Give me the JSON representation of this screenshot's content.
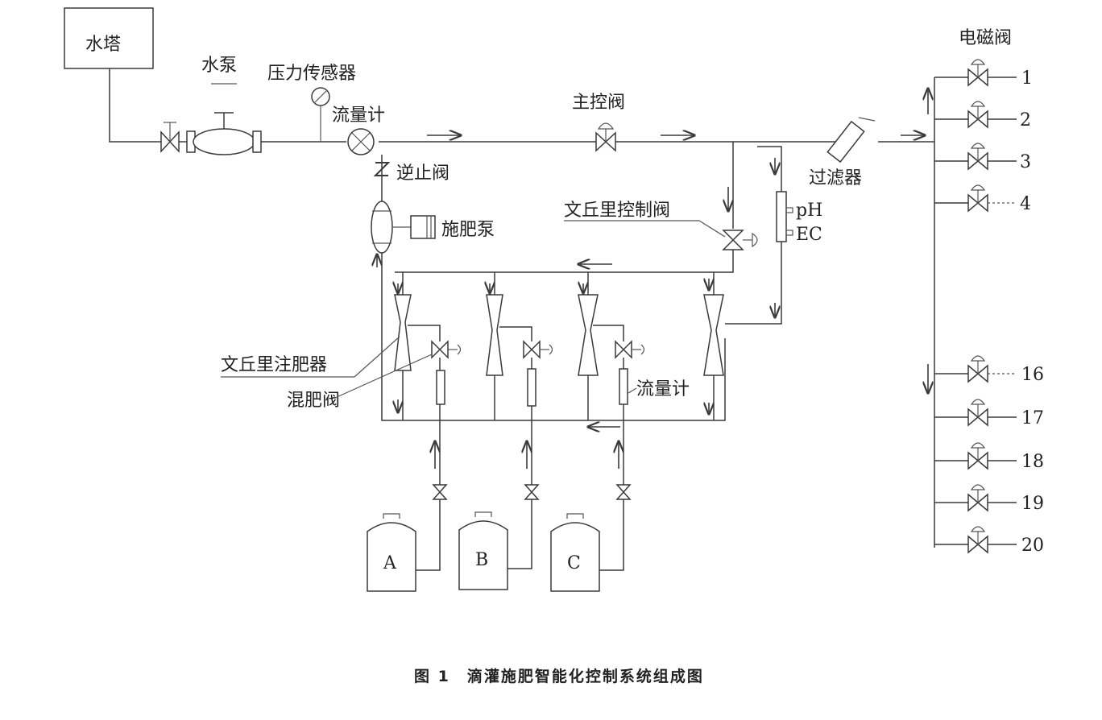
{
  "labels": {
    "water_tower": "水塔",
    "water_pump": "水泵",
    "pressure_sensor": "压力传感器",
    "flow_meter_top": "流量计",
    "check_valve": "逆止阀",
    "fert_pump": "施肥泵",
    "main_valve": "主控阀",
    "venturi_ctrl_valve": "文丘里控制阀",
    "filter": "过滤器",
    "ph": "pH",
    "ec": "EC",
    "solenoid_valve": "电磁阀",
    "venturi_injector": "文丘里注肥器",
    "mix_valve": "混肥阀",
    "flow_meter_bottom": "流量计"
  },
  "tanks": [
    "A",
    "B",
    "C"
  ],
  "solenoid_numbers_top": [
    "1",
    "2",
    "3",
    "4"
  ],
  "solenoid_numbers_bottom": [
    "16",
    "17",
    "18",
    "19",
    "20"
  ],
  "caption": "图 1　滴灌施肥智能化控制系统组成图",
  "colors": {
    "line": "#3a3a3a",
    "text": "#222222",
    "background": "#ffffff"
  }
}
